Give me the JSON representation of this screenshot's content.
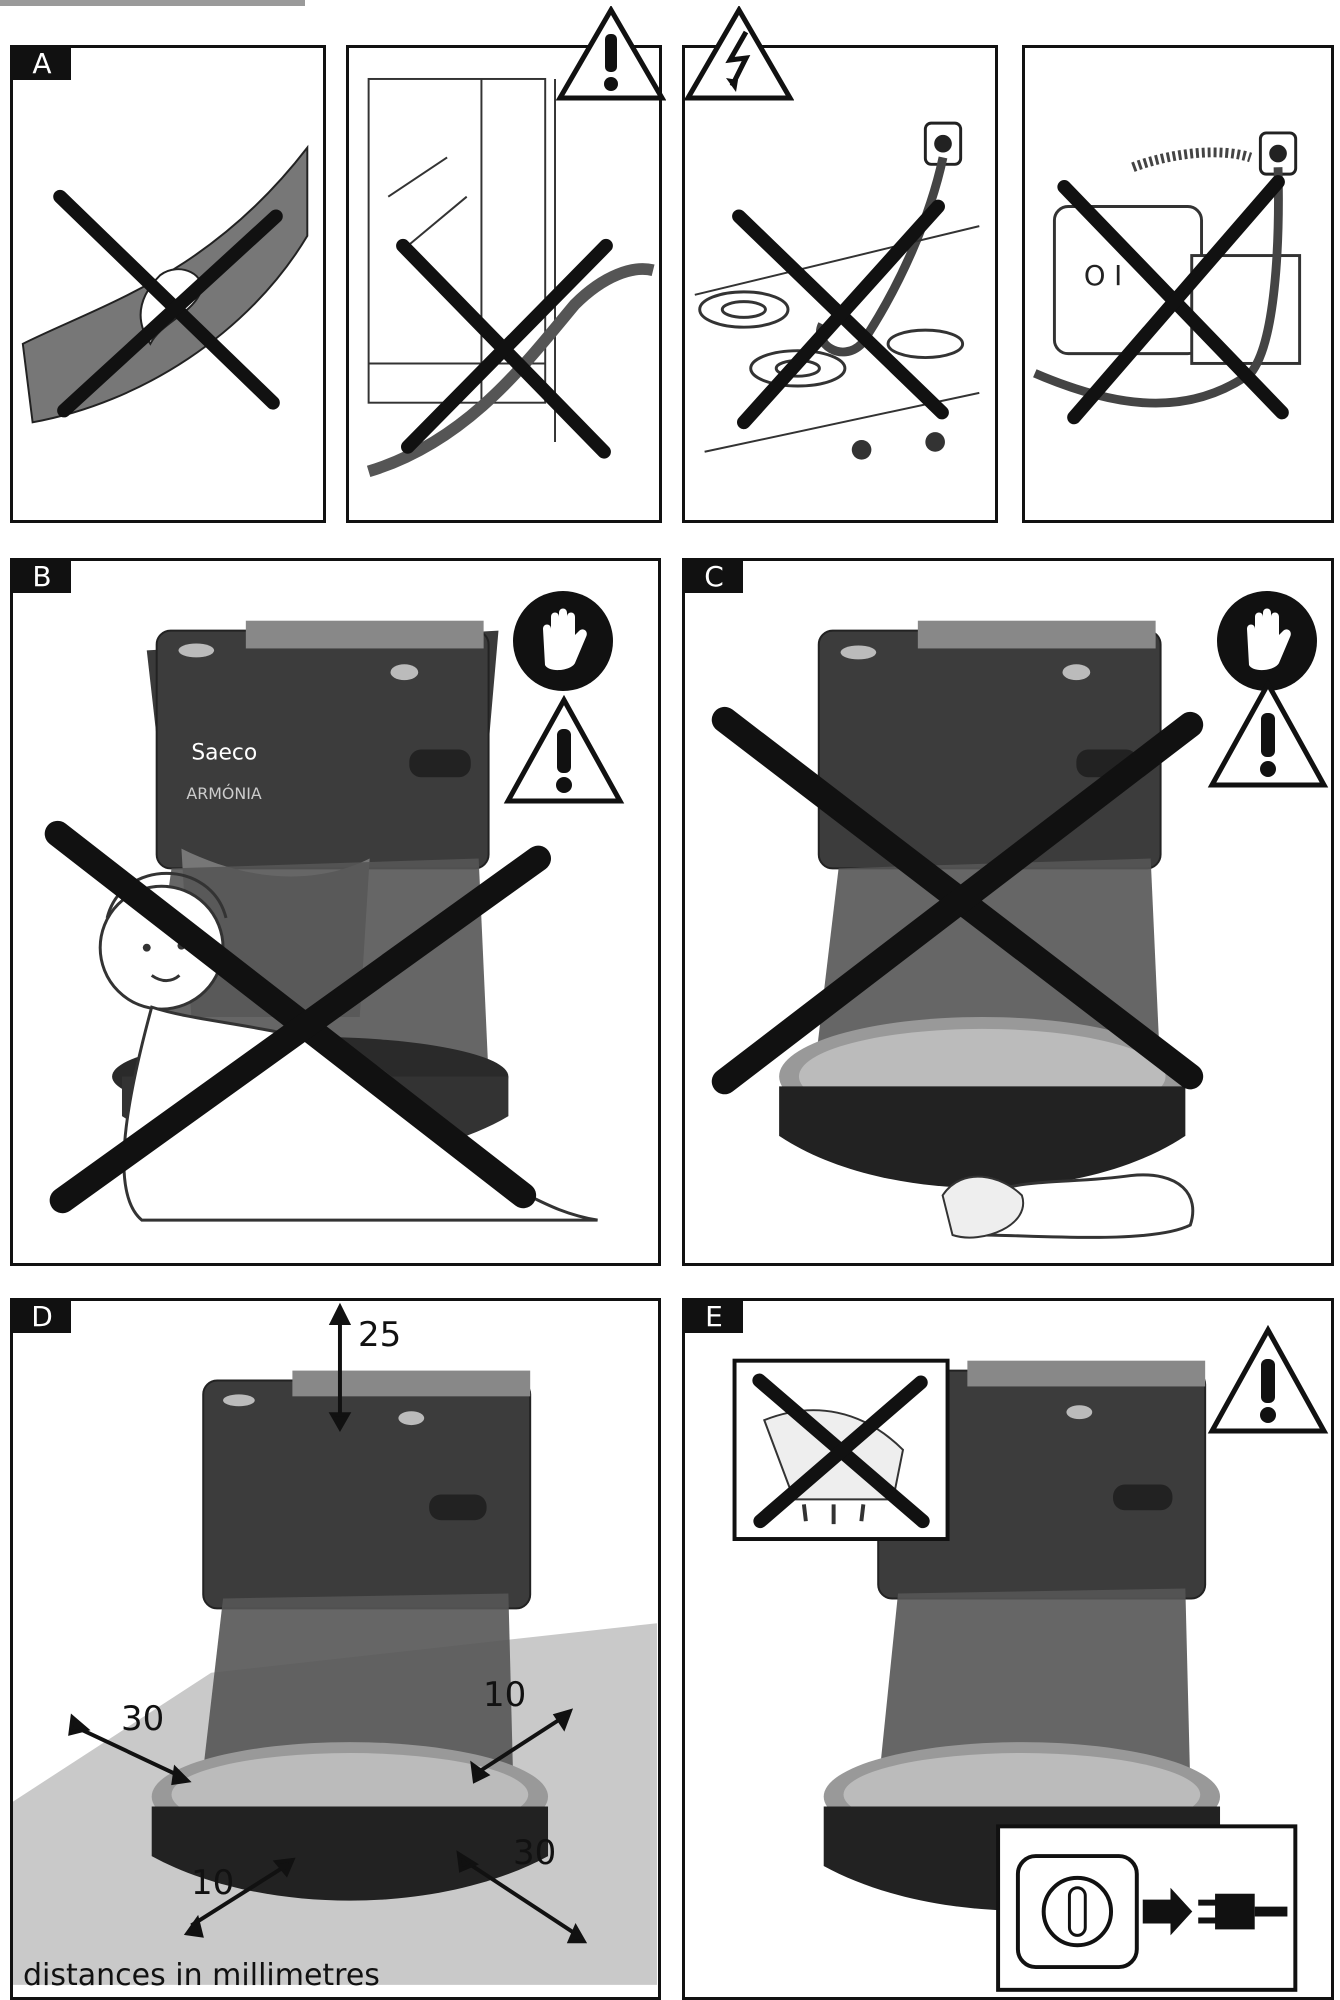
{
  "sections": {
    "a": {
      "label": "A"
    },
    "b": {
      "label": "B"
    },
    "c": {
      "label": "C"
    },
    "d": {
      "label": "D"
    },
    "e": {
      "label": "E"
    }
  },
  "device": {
    "brand": "Saeco",
    "model": "ARMÓNIA"
  },
  "appliance_text": {
    "outlet": "O I"
  },
  "dimensions": {
    "top": "25",
    "left": "30",
    "right_back": "10",
    "right_front": "30",
    "front": "10"
  },
  "caption": "distances in millimetres"
}
